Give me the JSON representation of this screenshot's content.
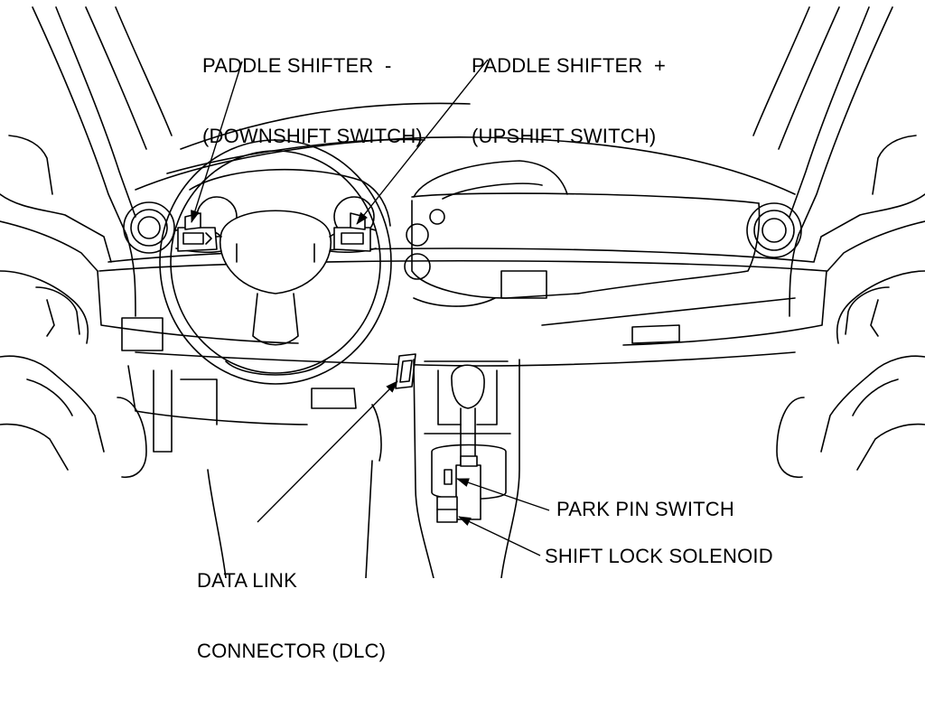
{
  "diagram": {
    "labels": {
      "paddle_minus": {
        "line1": "PADDLE SHIFTER  -",
        "line2": "(DOWNSHIFT SWITCH)"
      },
      "paddle_plus": {
        "line1": "PADDLE SHIFTER  +",
        "line2": "(UPSHIFT SWITCH)"
      },
      "dlc": {
        "line1": "DATA LINK",
        "line2": "CONNECTOR (DLC)"
      },
      "park_pin": "PARK PIN SWITCH",
      "shift_lock": "SHIFT LOCK SOLENOID"
    },
    "colors": {
      "line": "#000000",
      "background": "#ffffff"
    }
  }
}
